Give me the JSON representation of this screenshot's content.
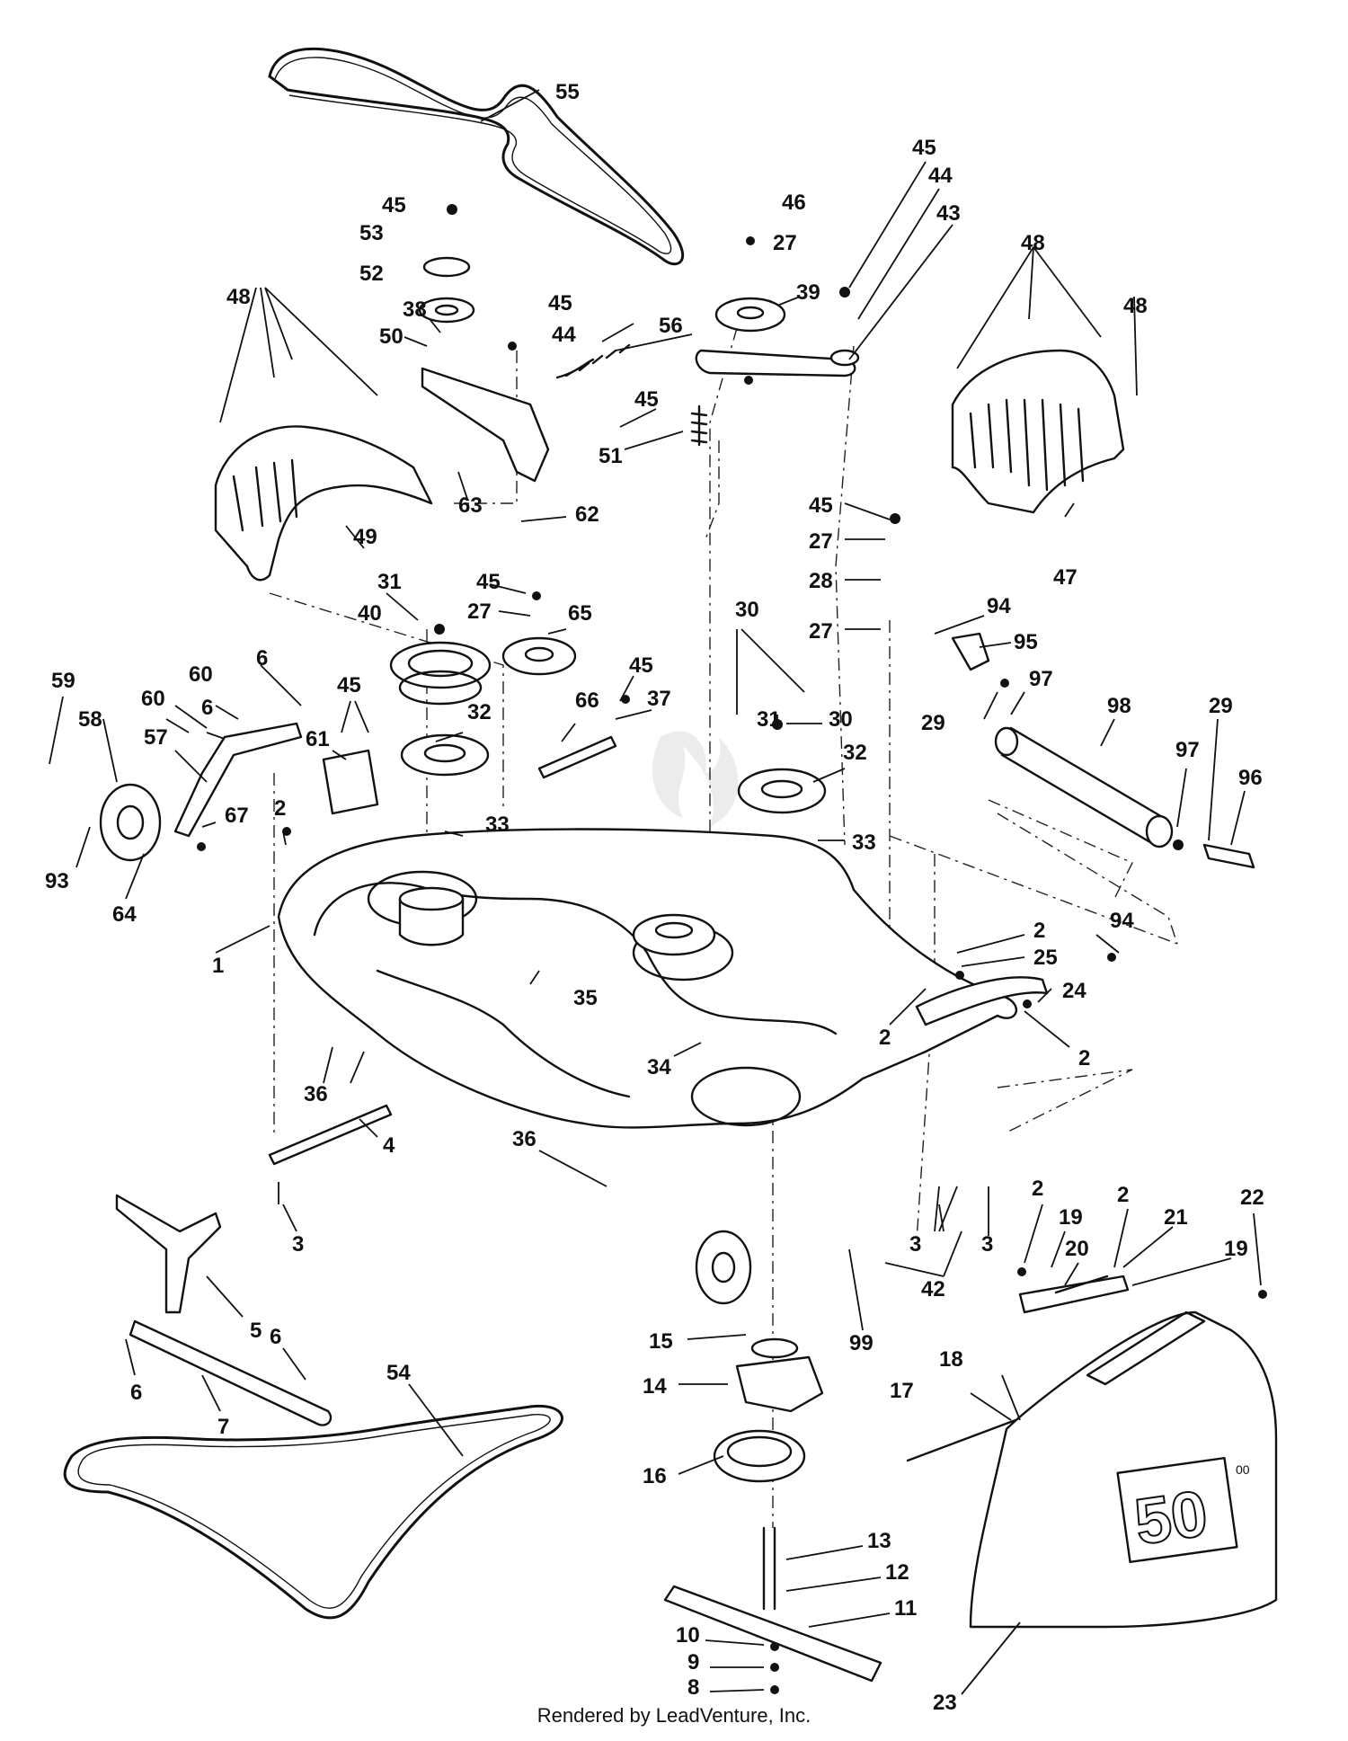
{
  "diagram": {
    "footer_text": "Rendered by LeadVenture, Inc.",
    "deck_label": "50",
    "deck_label_suffix": "00",
    "callouts": [
      {
        "id": "c55",
        "label": "55"
      },
      {
        "id": "c45a",
        "label": "45"
      },
      {
        "id": "c44a",
        "label": "44"
      },
      {
        "id": "c43",
        "label": "43"
      },
      {
        "id": "c46",
        "label": "46"
      },
      {
        "id": "c27a",
        "label": "27"
      },
      {
        "id": "c39",
        "label": "39"
      },
      {
        "id": "c45b",
        "label": "45"
      },
      {
        "id": "c53",
        "label": "53"
      },
      {
        "id": "c52",
        "label": "52"
      },
      {
        "id": "c38",
        "label": "38"
      },
      {
        "id": "c50",
        "label": "50"
      },
      {
        "id": "c45c",
        "label": "45"
      },
      {
        "id": "c44b",
        "label": "44"
      },
      {
        "id": "c56",
        "label": "56"
      },
      {
        "id": "c45d",
        "label": "45"
      },
      {
        "id": "c51",
        "label": "51"
      },
      {
        "id": "c48a",
        "label": "48"
      },
      {
        "id": "c48b",
        "label": "48"
      },
      {
        "id": "c48c",
        "label": "48"
      },
      {
        "id": "c63",
        "label": "63"
      },
      {
        "id": "c62",
        "label": "62"
      },
      {
        "id": "c49",
        "label": "49"
      },
      {
        "id": "c47",
        "label": "47"
      },
      {
        "id": "c45e",
        "label": "45"
      },
      {
        "id": "c27b",
        "label": "27"
      },
      {
        "id": "c28",
        "label": "28"
      },
      {
        "id": "c27c",
        "label": "27"
      },
      {
        "id": "c31a",
        "label": "31"
      },
      {
        "id": "c45f",
        "label": "45"
      },
      {
        "id": "c27d",
        "label": "27"
      },
      {
        "id": "c65",
        "label": "65"
      },
      {
        "id": "c40",
        "label": "40"
      },
      {
        "id": "c30a",
        "label": "30"
      },
      {
        "id": "c94a",
        "label": "94"
      },
      {
        "id": "c95",
        "label": "95"
      },
      {
        "id": "c97a",
        "label": "97"
      },
      {
        "id": "c29a",
        "label": "29"
      },
      {
        "id": "c98",
        "label": "98"
      },
      {
        "id": "c29b",
        "label": "29"
      },
      {
        "id": "c97b",
        "label": "97"
      },
      {
        "id": "c96",
        "label": "96"
      },
      {
        "id": "c59",
        "label": "59"
      },
      {
        "id": "c58",
        "label": "58"
      },
      {
        "id": "c60a",
        "label": "60"
      },
      {
        "id": "c6a",
        "label": "6"
      },
      {
        "id": "c60b",
        "label": "60"
      },
      {
        "id": "c6b",
        "label": "6"
      },
      {
        "id": "c57",
        "label": "57"
      },
      {
        "id": "c45g",
        "label": "45"
      },
      {
        "id": "c61",
        "label": "61"
      },
      {
        "id": "c66",
        "label": "66"
      },
      {
        "id": "c45h",
        "label": "45"
      },
      {
        "id": "c37",
        "label": "37"
      },
      {
        "id": "c32a",
        "label": "32"
      },
      {
        "id": "c31b",
        "label": "31"
      },
      {
        "id": "c30b",
        "label": "30"
      },
      {
        "id": "c32b",
        "label": "32"
      },
      {
        "id": "c67",
        "label": "67"
      },
      {
        "id": "c2a",
        "label": "2"
      },
      {
        "id": "c93",
        "label": "93"
      },
      {
        "id": "c64",
        "label": "64"
      },
      {
        "id": "c33a",
        "label": "33"
      },
      {
        "id": "c33b",
        "label": "33"
      },
      {
        "id": "c1",
        "label": "1"
      },
      {
        "id": "c35",
        "label": "35"
      },
      {
        "id": "c94b",
        "label": "94"
      },
      {
        "id": "c2b",
        "label": "2"
      },
      {
        "id": "c25",
        "label": "25"
      },
      {
        "id": "c24",
        "label": "24"
      },
      {
        "id": "c2c",
        "label": "2"
      },
      {
        "id": "c2d",
        "label": "2"
      },
      {
        "id": "c36a",
        "label": "36"
      },
      {
        "id": "c34",
        "label": "34"
      },
      {
        "id": "c4",
        "label": "4"
      },
      {
        "id": "c36b",
        "label": "36"
      },
      {
        "id": "c3a",
        "label": "3"
      },
      {
        "id": "c3b",
        "label": "3"
      },
      {
        "id": "c3c",
        "label": "3"
      },
      {
        "id": "c42",
        "label": "42"
      },
      {
        "id": "c99",
        "label": "99"
      },
      {
        "id": "c2e",
        "label": "2"
      },
      {
        "id": "c19a",
        "label": "19"
      },
      {
        "id": "c2f",
        "label": "2"
      },
      {
        "id": "c21",
        "label": "21"
      },
      {
        "id": "c22",
        "label": "22"
      },
      {
        "id": "c20",
        "label": "20"
      },
      {
        "id": "c19b",
        "label": "19"
      },
      {
        "id": "c5",
        "label": "5"
      },
      {
        "id": "c15",
        "label": "15"
      },
      {
        "id": "c6c",
        "label": "6"
      },
      {
        "id": "c6d",
        "label": "6"
      },
      {
        "id": "c7",
        "label": "7"
      },
      {
        "id": "c14",
        "label": "14"
      },
      {
        "id": "c18",
        "label": "18"
      },
      {
        "id": "c17",
        "label": "17"
      },
      {
        "id": "c54",
        "label": "54"
      },
      {
        "id": "c16",
        "label": "16"
      },
      {
        "id": "c13",
        "label": "13"
      },
      {
        "id": "c12",
        "label": "12"
      },
      {
        "id": "c11",
        "label": "11"
      },
      {
        "id": "c10",
        "label": "10"
      },
      {
        "id": "c9",
        "label": "9"
      },
      {
        "id": "c8",
        "label": "8"
      },
      {
        "id": "c23",
        "label": "23"
      }
    ]
  }
}
